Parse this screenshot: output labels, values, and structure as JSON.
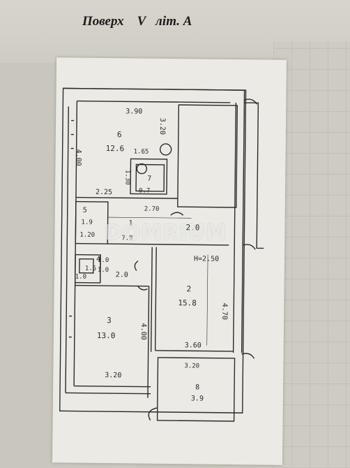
{
  "header": {
    "title": "Поверх    V   літ. А"
  },
  "watermark": "DOMRIUM",
  "rooms": [
    {
      "id": "6",
      "area": "12.6"
    },
    {
      "id": "7",
      "area": "0.7"
    },
    {
      "id": "5",
      "area": "1.9"
    },
    {
      "id": "1",
      "area": "7.9"
    },
    {
      "id": "4",
      "area": "1.5"
    },
    {
      "id": "2",
      "area": "15.8"
    },
    {
      "id": "3",
      "area": "13.0"
    },
    {
      "id": "8",
      "area": "3.9"
    }
  ],
  "dimensions": {
    "d_390": "3.90",
    "d_400_left": "4.00",
    "d_320_right_top": "3.20",
    "d_165": "1.65",
    "d_130": "1.30",
    "d_225": "2.25",
    "d_270": "2.70",
    "d_120": "1.20",
    "d_200_corridor": "2.0",
    "d_250": "H=2.50",
    "d_100_small": "1.0",
    "d_1_0_a": "1.0",
    "d_1_0_b": "1.0",
    "d_200_lower": "2.0",
    "d_470": "4.70",
    "d_400_mid": "4.00",
    "d_360": "3.60",
    "d_320_bottom_left": "3.20",
    "d_320_balcony": "3.20"
  }
}
